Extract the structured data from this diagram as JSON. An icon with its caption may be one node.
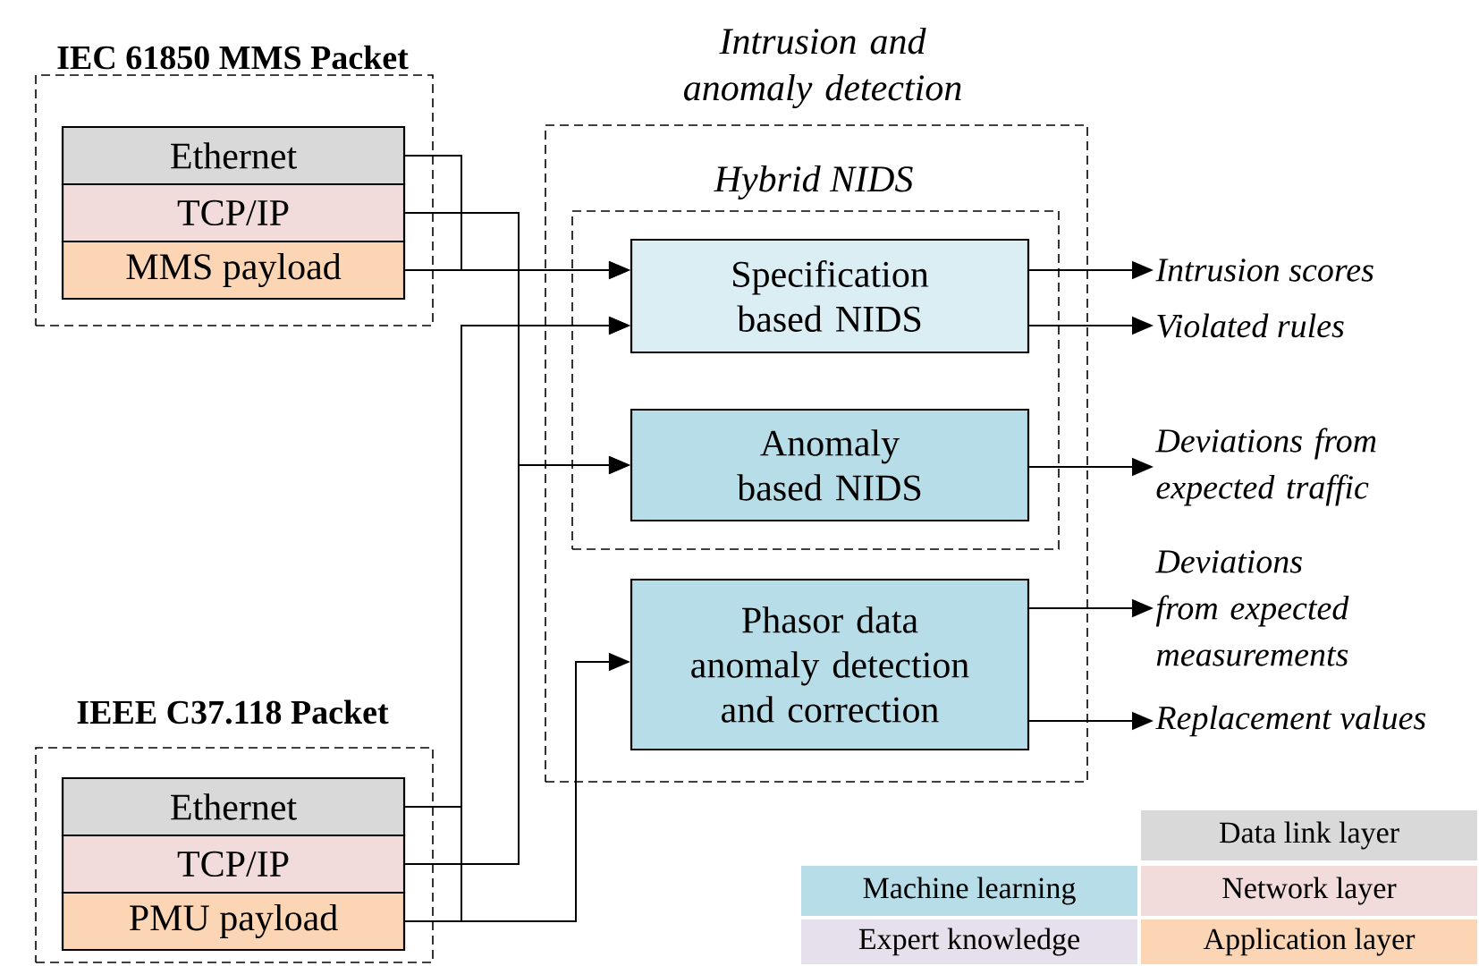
{
  "diagram": {
    "nodes": [
      {
        "text": [
          "IEC 61850 MMS Packet"
        ]
      },
      {
        "text": [
          "Ethernet"
        ],
        "in": 0
      },
      {
        "text": [
          "TCP/IP"
        ],
        "in": 0
      },
      {
        "text": [
          "MMS payload"
        ],
        "in": 0
      },
      {
        "text": [
          "IEEE C37.118 Packet"
        ]
      },
      {
        "text": [
          "Ethernet"
        ],
        "in": 4
      },
      {
        "text": [
          "TCP/IP"
        ],
        "in": 4
      },
      {
        "text": [
          "PMU payload"
        ],
        "in": 4
      },
      {
        "text": [
          "Intrusion and anomaly detection"
        ]
      },
      {
        "text": [
          "Hybrid NIDS"
        ],
        "in": 8
      },
      {
        "text": [
          "Specification based NIDS"
        ],
        "in": 9
      },
      {
        "text": [
          "Anomaly based NIDS"
        ],
        "in": 9
      },
      {
        "text": [
          "Phasor data anomaly detection and correction"
        ],
        "in": 8
      },
      {
        "text": [
          "Intrusion scores"
        ]
      },
      {
        "text": [
          "Violated rules"
        ]
      },
      {
        "text": [
          "Deviations from expected traffic"
        ]
      },
      {
        "text": [
          "Deviations from expected measurements"
        ]
      },
      {
        "text": [
          "Replacement values"
        ]
      }
    ],
    "edges": [
      {
        "from": 1,
        "to": 10,
        "arrow": "to"
      },
      {
        "from": 3,
        "to": 10,
        "arrow": "to"
      },
      {
        "from": 2,
        "to": 11,
        "arrow": "to"
      },
      {
        "from": 5,
        "to": 10,
        "arrow": "to"
      },
      {
        "from": 7,
        "to": 10,
        "arrow": "to"
      },
      {
        "from": 6,
        "to": 11,
        "arrow": "to"
      },
      {
        "from": 7,
        "to": 12,
        "arrow": "to"
      },
      {
        "from": 10,
        "to": 13,
        "arrow": "to"
      },
      {
        "from": 10,
        "to": 14,
        "arrow": "to"
      },
      {
        "from": 11,
        "to": 15,
        "arrow": "to"
      },
      {
        "from": 12,
        "to": 16,
        "arrow": "to"
      },
      {
        "from": 12,
        "to": 17,
        "arrow": "to"
      }
    ],
    "legend": [
      {
        "text": "Data link layer",
        "color": "#d9d9d9"
      },
      {
        "text": "Machine learning",
        "color": "#b7dee8"
      },
      {
        "text": "Network layer",
        "color": "#f2dcdb"
      },
      {
        "text": "Expert knowledge",
        "color": "#e6e0ec"
      },
      {
        "text": "Application layer",
        "color": "#fcd5b4"
      }
    ]
  }
}
